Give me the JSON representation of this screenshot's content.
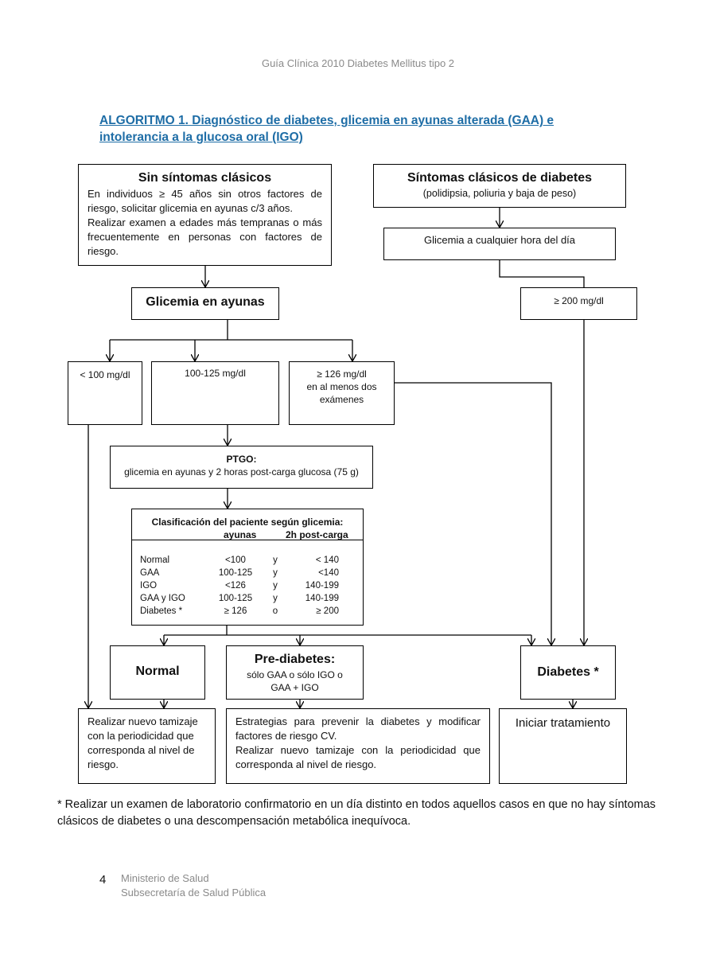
{
  "header": {
    "running_title": "Guía Clínica 2010 Diabetes Mellitus tipo 2"
  },
  "title": {
    "line1": "ALGORITMO 1. Diagnóstico de diabetes, glicemia en ayunas alterada (GAA) e",
    "line2": "intolerancia a la glucosa oral (IGO)"
  },
  "sin_sintomas": {
    "heading": "Sin síntomas clásicos",
    "lines": [
      "En individuos ≥ 45 años sin otros factores de",
      "riesgo, solicitar glicemia en ayunas c/3 años.",
      "Realizar examen a edades más tempranas o más",
      "frecuentemente en personas con factores de",
      "riesgo."
    ]
  },
  "con_sintomas": {
    "heading": "Síntomas clásicos de diabetes",
    "sub": "(polidipsia, poliuria y baja de peso)"
  },
  "glicemia_cualquier_hora": "Glicemia a cualquier hora del día",
  "glicemia_200": "≥ 200 mg/dl",
  "glicemia_ayunas": "Glicemia en ayunas",
  "results": {
    "lt100": "< 100 mg/dl",
    "r100_125": "100-125 mg/dl",
    "ge126_line1": "≥ 126 mg/dl",
    "ge126_line2": "en al menos dos",
    "ge126_line3": "exámenes"
  },
  "ptgo": {
    "heading": "PTGO:",
    "desc": "glicemia en ayunas y 2 horas post-carga glucosa (75 g)"
  },
  "classification": {
    "heading": "Clasificación del paciente según glicemia:",
    "col1": "ayunas",
    "col2": "2h post-carga",
    "rows": [
      [
        "Normal",
        "<100",
        "y",
        "< 140"
      ],
      [
        "GAA",
        "100-125",
        "y",
        "<140"
      ],
      [
        "IGO",
        "<126",
        "y",
        "140-199"
      ],
      [
        "GAA y IGO",
        "100-125",
        "y",
        "140-199"
      ],
      [
        "Diabetes *",
        "≥ 126",
        "o",
        "≥ 200"
      ]
    ]
  },
  "outcomes": {
    "normal": "Normal",
    "prediabetes": "Pre-diabetes:",
    "prediabetes_sub1": "sólo GAA o sólo IGO o",
    "prediabetes_sub2": "GAA + IGO",
    "diabetes": "Diabetes *"
  },
  "actions": {
    "normal": [
      "Realizar nuevo tamizaje",
      "con la periodicidad que",
      "corresponda al nivel de",
      "riesgo."
    ],
    "prediabetes": [
      "Estrategias para prevenir la diabetes y modificar",
      "factores de riesgo CV.",
      "Realizar nuevo tamizaje con la periodicidad que",
      "corresponda al nivel de riesgo."
    ],
    "diabetes": "Iniciar tratamiento"
  },
  "footnote": "*  Realizar un examen de laboratorio confirmatorio en un día distinto en todos aquellos casos en que no hay síntomas clásicos de diabetes o una descompensación metabólica inequívoca.",
  "footer": {
    "page_number": "4",
    "line1": "Ministerio de Salud",
    "line2": "Subsecretaría de Salud Pública"
  },
  "colors": {
    "title": "#1e6da6",
    "header_footer": "#8a8a8a"
  }
}
